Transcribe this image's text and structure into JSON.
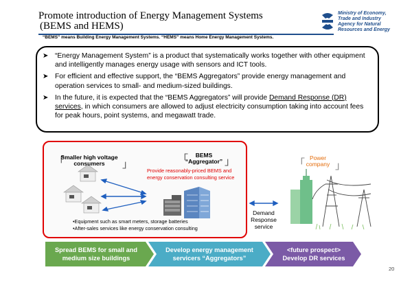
{
  "title": {
    "line1": "Promote introduction of Energy Management Systems",
    "line2": "(BEMS and HEMS)"
  },
  "logo": {
    "line1": "Ministry of Economy,",
    "line2": "Trade and Industry",
    "line3": "Agency for Natural",
    "line4": "Resources and Energy",
    "brand_color": "#1f4e8c"
  },
  "subnote": "“BEMS” means Building Energy Management Systems.  “HEMS” means Home Energy Management Systems.",
  "bullets": [
    {
      "text": "“Energy Management System” is a product that systematically works together with other equipment and intelligently manages energy usage with sensors and ICT tools."
    },
    {
      "text": "For efficient and effective support, the “BEMS Aggregators” provide energy management and operation services to small- and medium-sized buildings."
    },
    {
      "pre": "In the future, it is expected that the “BEMS Aggregators” will provide ",
      "link": "Demand Response (DR) services",
      "post": ", in which consumers are allowed to adjust electricity consumption taking into account fees for peak hours, point systems, and megawatt trade."
    }
  ],
  "diagram": {
    "consumers_label": "Smaller high voltage consumers",
    "aggregator_label_1": "BEMS",
    "aggregator_label_2": "“Aggregator”",
    "aggregator_service": "Provide reasonably-priced BEMS and energy conservation consulting service",
    "note1": "•Equipment such as smart meters, storage batteries",
    "note2": "•After-sales services like energy conservation consulting",
    "demand_response": "Demand Response service",
    "power_company": "Power company",
    "box_color": "#e00000",
    "power_color": "#e46c0a"
  },
  "steps": [
    {
      "label_1": "Spread BEMS for small and",
      "label_2": "medium size buildings",
      "color": "#6aa84f"
    },
    {
      "label_1": "Develop energy management",
      "label_2": "servicers  “Aggregators”",
      "color": "#4bacc6"
    },
    {
      "label_1": "<future prospect>",
      "label_2": "Develop DR services",
      "color": "#7b5aa6"
    }
  ],
  "page_number": "20"
}
